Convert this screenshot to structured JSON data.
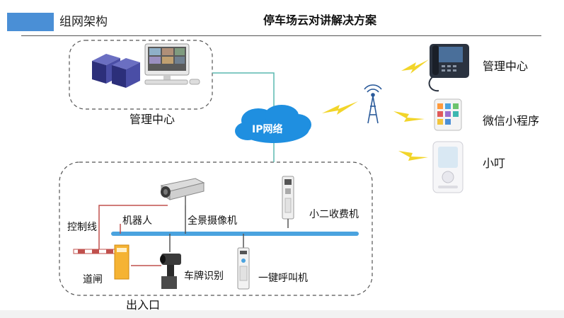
{
  "header": {
    "section_title": "组网架构",
    "main_title": "停车场云对讲解决方案"
  },
  "nodes": {
    "management_center": "管理中心",
    "ip_network": "IP网络",
    "terminal_management_center": "管理中心",
    "wechat_mini_program": "微信小程序",
    "xiaoding": "小叮",
    "control_line": "控制线",
    "robot": "机器人",
    "panoramic_camera": "全景摄像机",
    "xiaoer_toll_machine": "小二收费机",
    "barrier_gate": "道闸",
    "plate_recognition": "车牌识别",
    "one_key_call": "一键呼叫机",
    "exit_entrance": "出入口"
  },
  "colors": {
    "accent": "#4a8fd6",
    "bus": "#4aa3df",
    "network_line": "#5ab8b0",
    "control_line": "#c0504d",
    "lightning": "#f2d52a"
  }
}
